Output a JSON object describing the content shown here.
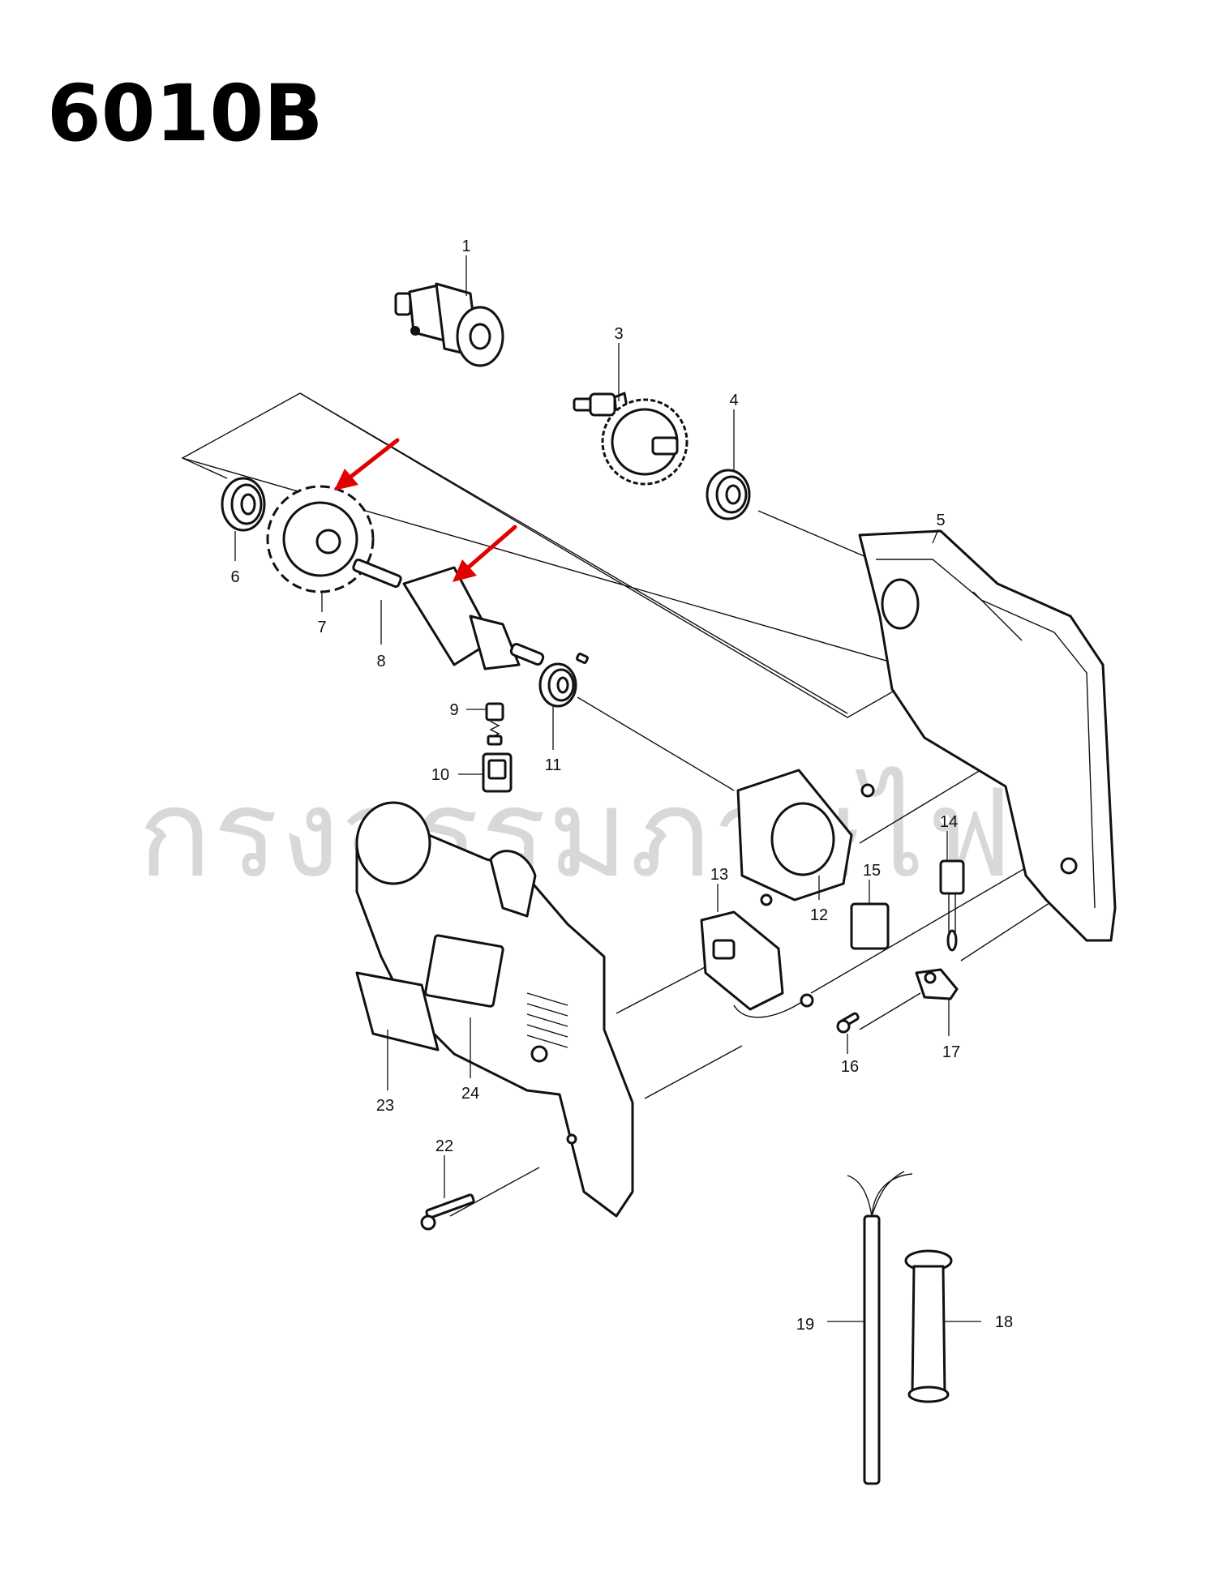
{
  "title": "6010B",
  "watermark": "กรงจรรมภาษไฟฟ",
  "arrow_color": "#e10000",
  "parts": {
    "p1": "1",
    "p3": "3",
    "p4": "4",
    "p5": "5",
    "p6": "6",
    "p7": "7",
    "p8": "8",
    "p9": "9",
    "p10": "10",
    "p11": "11",
    "p12": "12",
    "p13": "13",
    "p14": "14",
    "p15": "15",
    "p16": "16",
    "p17": "17",
    "p18": "18",
    "p19": "19",
    "p22": "22",
    "p23": "23",
    "p24": "24"
  }
}
